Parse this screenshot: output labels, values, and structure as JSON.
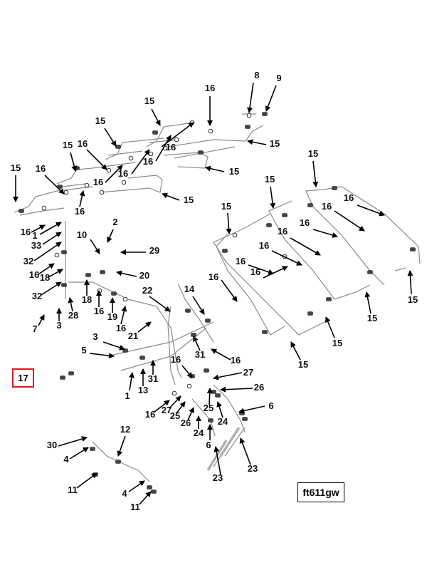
{
  "diagram": {
    "reference_code": "ft611gw",
    "highlighted_callout": "17",
    "highlight_color": "#e01818",
    "callouts": [
      "8",
      "9",
      "16",
      "15",
      "15",
      "15",
      "16",
      "15",
      "16",
      "16",
      "16",
      "16",
      "15",
      "15",
      "16",
      "15",
      "16",
      "16",
      "1",
      "33",
      "32",
      "16",
      "18",
      "32",
      "18",
      "16",
      "19",
      "16",
      "28",
      "3",
      "7",
      "2",
      "10",
      "29",
      "20",
      "22",
      "14",
      "21",
      "3",
      "5",
      "31",
      "16",
      "1",
      "13",
      "31",
      "16",
      "27",
      "26",
      "6",
      "16",
      "27",
      "25",
      "26",
      "25",
      "24",
      "24",
      "6",
      "23",
      "23",
      "12",
      "30",
      "4",
      "11",
      "4",
      "11",
      "15",
      "15",
      "16",
      "16",
      "15",
      "16",
      "16",
      "16",
      "16",
      "16",
      "16",
      "15",
      "15",
      "15",
      "15"
    ]
  }
}
